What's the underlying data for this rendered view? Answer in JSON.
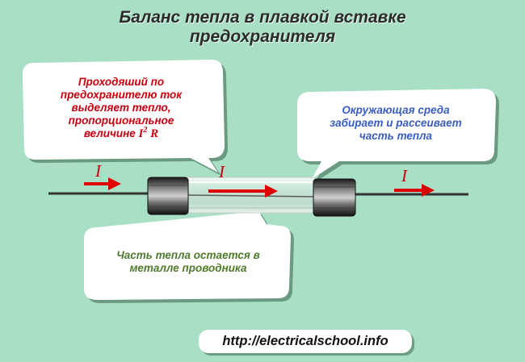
{
  "title": {
    "line1": "Баланс тепла в плавкой вставке",
    "line2": "предохранителя"
  },
  "callouts": {
    "left": {
      "line1": "Проходяший по",
      "line2": "предохранителю ток",
      "line3": "выделяет тепло,",
      "line4": "пропорциональное",
      "line5_text": "величине",
      "formula_base": "I",
      "formula_exp": "2",
      "formula_tail": "R"
    },
    "right": {
      "line1": "Окружающая среда",
      "line2": "забирает и рассеивает",
      "line3": "часть тепла"
    },
    "bottom": {
      "line1": "Часть тепла остается в",
      "line2": "металле проводника"
    }
  },
  "current_labels": {
    "left": "I",
    "middle": "I",
    "right": "I"
  },
  "url": "http://electricalschool.info",
  "colors": {
    "background": "#a9e0c5",
    "left_text": "#c80010",
    "right_text": "#3a5dc4",
    "bottom_text": "#4f7a2c",
    "arrow": "#e00000"
  }
}
